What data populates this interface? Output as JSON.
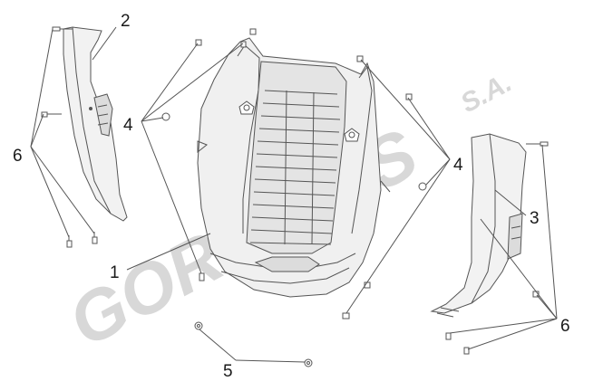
{
  "watermark": {
    "brand": "GORGOLIS",
    "suffix": "S.A.",
    "color": "#d4d4d4"
  },
  "callouts": [
    {
      "id": "1",
      "label": "1"
    },
    {
      "id": "2",
      "label": "2"
    },
    {
      "id": "3",
      "label": "3"
    },
    {
      "id": "4a",
      "label": "4"
    },
    {
      "id": "4b",
      "label": "4"
    },
    {
      "id": "5",
      "label": "5"
    },
    {
      "id": "6a",
      "label": "6"
    },
    {
      "id": "6b",
      "label": "6"
    }
  ],
  "colors": {
    "line": "#555555",
    "part_fill": "#efefef",
    "grille": "#e2e2e2"
  }
}
